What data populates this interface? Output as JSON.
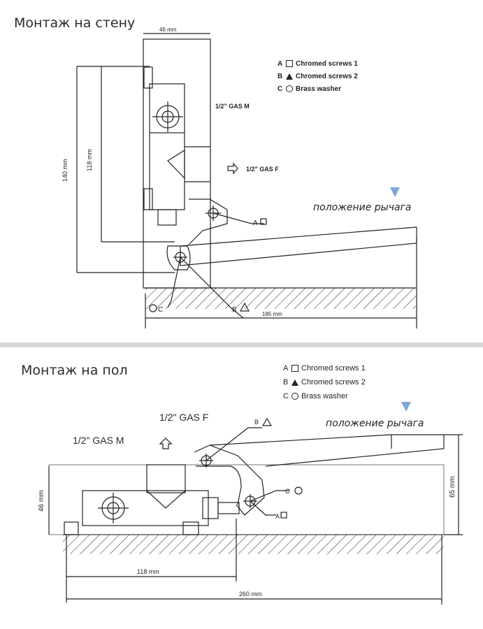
{
  "wall": {
    "title": "Монтаж на стену",
    "legend": [
      {
        "letter": "A",
        "symbol": "square",
        "text": "Chromed screws 1"
      },
      {
        "letter": "B",
        "symbol": "triangle",
        "text": "Chromed screws 2"
      },
      {
        "letter": "C",
        "symbol": "circle",
        "text": "Brass washer"
      }
    ],
    "lever_label": "положение рычага",
    "dim_46": "46 mm",
    "dim_140": "140 mm",
    "dim_118": "118 mm",
    "dim_185": "185 mm",
    "gas_m": "1/2\" GAS M",
    "gas_f": "1/2\" GAS F",
    "callout_a": "A",
    "callout_b": "B",
    "callout_c": "C"
  },
  "floor": {
    "title": "Монтаж на пол",
    "legend": [
      {
        "letter": "A",
        "symbol": "square",
        "text": "Chromed screws 1"
      },
      {
        "letter": "B",
        "symbol": "triangle",
        "text": "Chromed screws 2"
      },
      {
        "letter": "C",
        "symbol": "circle",
        "text": "Brass washer"
      }
    ],
    "lever_label": "положение рычага",
    "gas_f": "1/2\" GAS F",
    "gas_m": "1/2\" GAS M",
    "dim_46": "46 mm",
    "dim_65": "65 mm",
    "dim_118": "118 mm",
    "dim_260": "260 mm",
    "callout_a": "A",
    "callout_b": "B",
    "callout_c": "C"
  },
  "colors": {
    "line": "#222222",
    "indicator": "#7fa7d8",
    "divider": "#d7d7d7"
  }
}
